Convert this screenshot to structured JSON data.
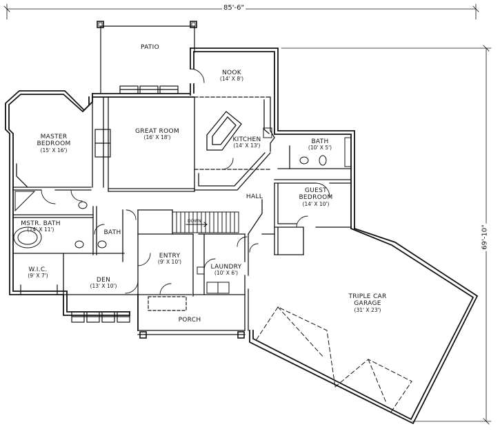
{
  "dimensions": {
    "width_total": "85'-6\"",
    "depth_total": "69'-10\""
  },
  "rooms": {
    "patio": {
      "name": "PATIO"
    },
    "nook": {
      "name": "NOOK",
      "size": "(14' X 8')"
    },
    "master_bedroom": {
      "name": "MASTER",
      "name2": "BEDROOM",
      "size": "(15' X 16')"
    },
    "great_room": {
      "name": "GREAT ROOM",
      "size": "(16' X 18')"
    },
    "kitchen": {
      "name": "KITCHEN",
      "size": "(14' X 13')"
    },
    "bath_upper": {
      "name": "BATH",
      "size": "(10' X 5')"
    },
    "guest_bedroom": {
      "name": "GUEST",
      "name2": "BEDROOM",
      "size": "(14' X 10')"
    },
    "hall": {
      "name": "HALL"
    },
    "mstr_bath": {
      "name": "MSTR. BATH",
      "size": "(14' X 11')"
    },
    "bath_small": {
      "name": "BATH"
    },
    "entry": {
      "name": "ENTRY",
      "size": "(9' X 10')"
    },
    "laundry": {
      "name": "LAUNDRY",
      "size": "(10' X 6')"
    },
    "wic": {
      "name": "W.I.C.",
      "size": "(9' X 7')"
    },
    "den": {
      "name": "DEN",
      "size": "(13' X 10')"
    },
    "porch": {
      "name": "PORCH"
    },
    "garage": {
      "name": "TRIPLE CAR",
      "name2": "GARAGE",
      "size": "(31' X 23')"
    }
  },
  "stair_label": "DOWN"
}
